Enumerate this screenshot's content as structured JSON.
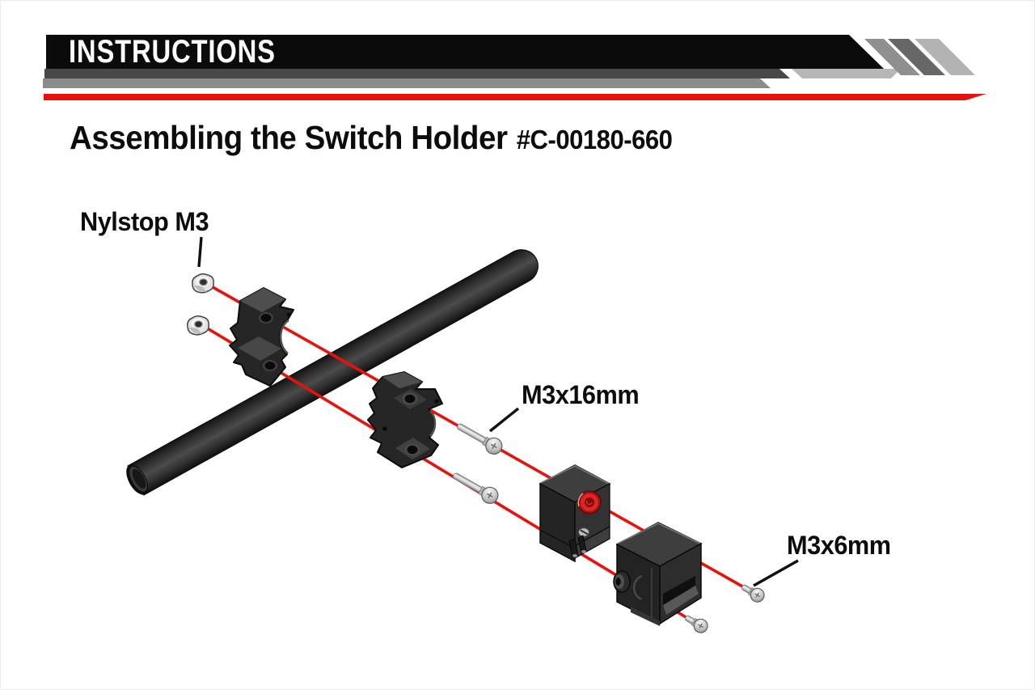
{
  "header": {
    "banner_text": "INSTRUCTIONS",
    "colors": {
      "bar": "#0b0b0b",
      "stripe_dark": "#484848",
      "stripe_mid": "#8b8b8b",
      "stripe_light": "#b7b7b7",
      "diagonal_a": "#8f8f8f",
      "diagonal_b": "#676767",
      "diagonal_c": "#b3b3b3",
      "rule_red": "#e8120c"
    }
  },
  "title": {
    "text": "Assembling the Switch Holder",
    "code": "#C-00180-660"
  },
  "diagram": {
    "labels": [
      {
        "id": "nylstop",
        "text": "Nylstop M3"
      },
      {
        "id": "m3x16",
        "text": "M3x16mm"
      },
      {
        "id": "m3x6",
        "text": "M3x6mm"
      }
    ],
    "parts": [
      "tube",
      "clamp-half-left",
      "clamp-half-right",
      "switch-with-red-button",
      "switch-cover",
      "nylstop-m3-nut-1",
      "nylstop-m3-nut-2",
      "m3x16-screw-1",
      "m3x16-screw-2",
      "m3x6-screw-1",
      "m3x6-screw-2"
    ],
    "colors": {
      "assembly_line": "#e8120c",
      "leader_line": "#111111",
      "part_black": "#262626",
      "metal": "#c9c9c9",
      "button_red": "#e02525"
    }
  }
}
